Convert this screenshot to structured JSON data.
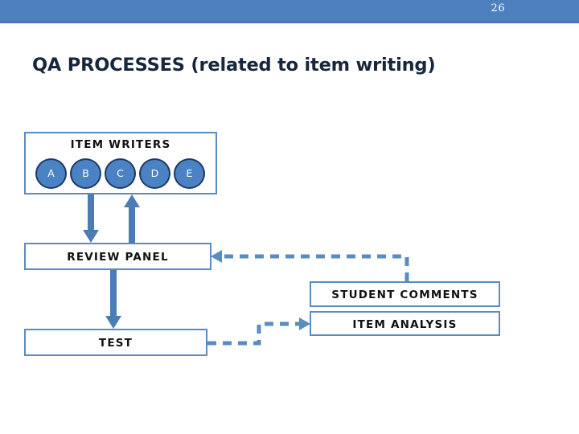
{
  "header": {
    "page_number": "26",
    "bar_color": "#4e80c0"
  },
  "title": "QA PROCESSES (related to item writing)",
  "diagram": {
    "accent_color": "#5b8cc0",
    "arrow_color": "#4a7cb5",
    "circle_fill": "#4a82c3",
    "circle_border": "#1f3864",
    "boxes": [
      {
        "id": "item-writers",
        "label": "ITEM WRITERS"
      },
      {
        "id": "review-panel",
        "label": "REVIEW PANEL"
      },
      {
        "id": "test",
        "label": "TEST"
      },
      {
        "id": "student-comments",
        "label": "STUDENT COMMENTS"
      },
      {
        "id": "item-analysis",
        "label": "ITEM ANALYSIS"
      }
    ],
    "writers": [
      {
        "label": "A"
      },
      {
        "label": "B"
      },
      {
        "label": "C"
      },
      {
        "label": "D"
      },
      {
        "label": "E"
      }
    ],
    "connectors": [
      {
        "name": "item-writers-to-review-panel",
        "style": "solid",
        "direction": "down"
      },
      {
        "name": "review-panel-to-item-writers",
        "style": "solid",
        "direction": "up"
      },
      {
        "name": "review-panel-to-test",
        "style": "solid",
        "direction": "down"
      },
      {
        "name": "student-comments-to-review-panel",
        "style": "dashed",
        "direction": "left"
      },
      {
        "name": "test-to-item-analysis",
        "style": "dashed",
        "direction": "right"
      }
    ]
  }
}
